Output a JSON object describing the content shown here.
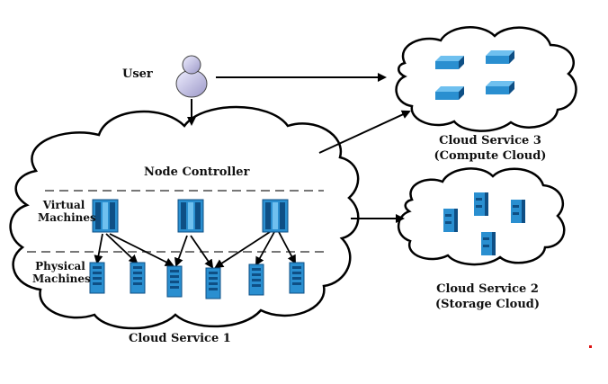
{
  "diagram": {
    "user_label": "User",
    "node_controller_label": "Node Controller",
    "virtual_machines_label": [
      "Virtual",
      "Machines"
    ],
    "physical_machines_label": [
      "Physical",
      "Machines"
    ],
    "cloud_service_1_label": "Cloud Service 1",
    "cloud_service_2_label": [
      "Cloud Service  2",
      "(Storage Cloud)"
    ],
    "cloud_service_3_label": [
      "Cloud Service  3",
      "(Compute Cloud)"
    ]
  },
  "colors": {
    "cloud_fill": "#ffffff",
    "cloud_stroke": "#000000",
    "server_blue": "#2a8fd0",
    "server_dark": "#0e4f85",
    "arrow": "#000000",
    "user_fill": "#c8c4e6",
    "dashed_line": "#777777"
  },
  "icons": {
    "user": "user-icon",
    "virtual_machine": "server-rack-icon",
    "physical_machine": "server-tower-icon",
    "compute_unit": "server-blade-icon",
    "storage_unit": "storage-cylinder-icon"
  }
}
